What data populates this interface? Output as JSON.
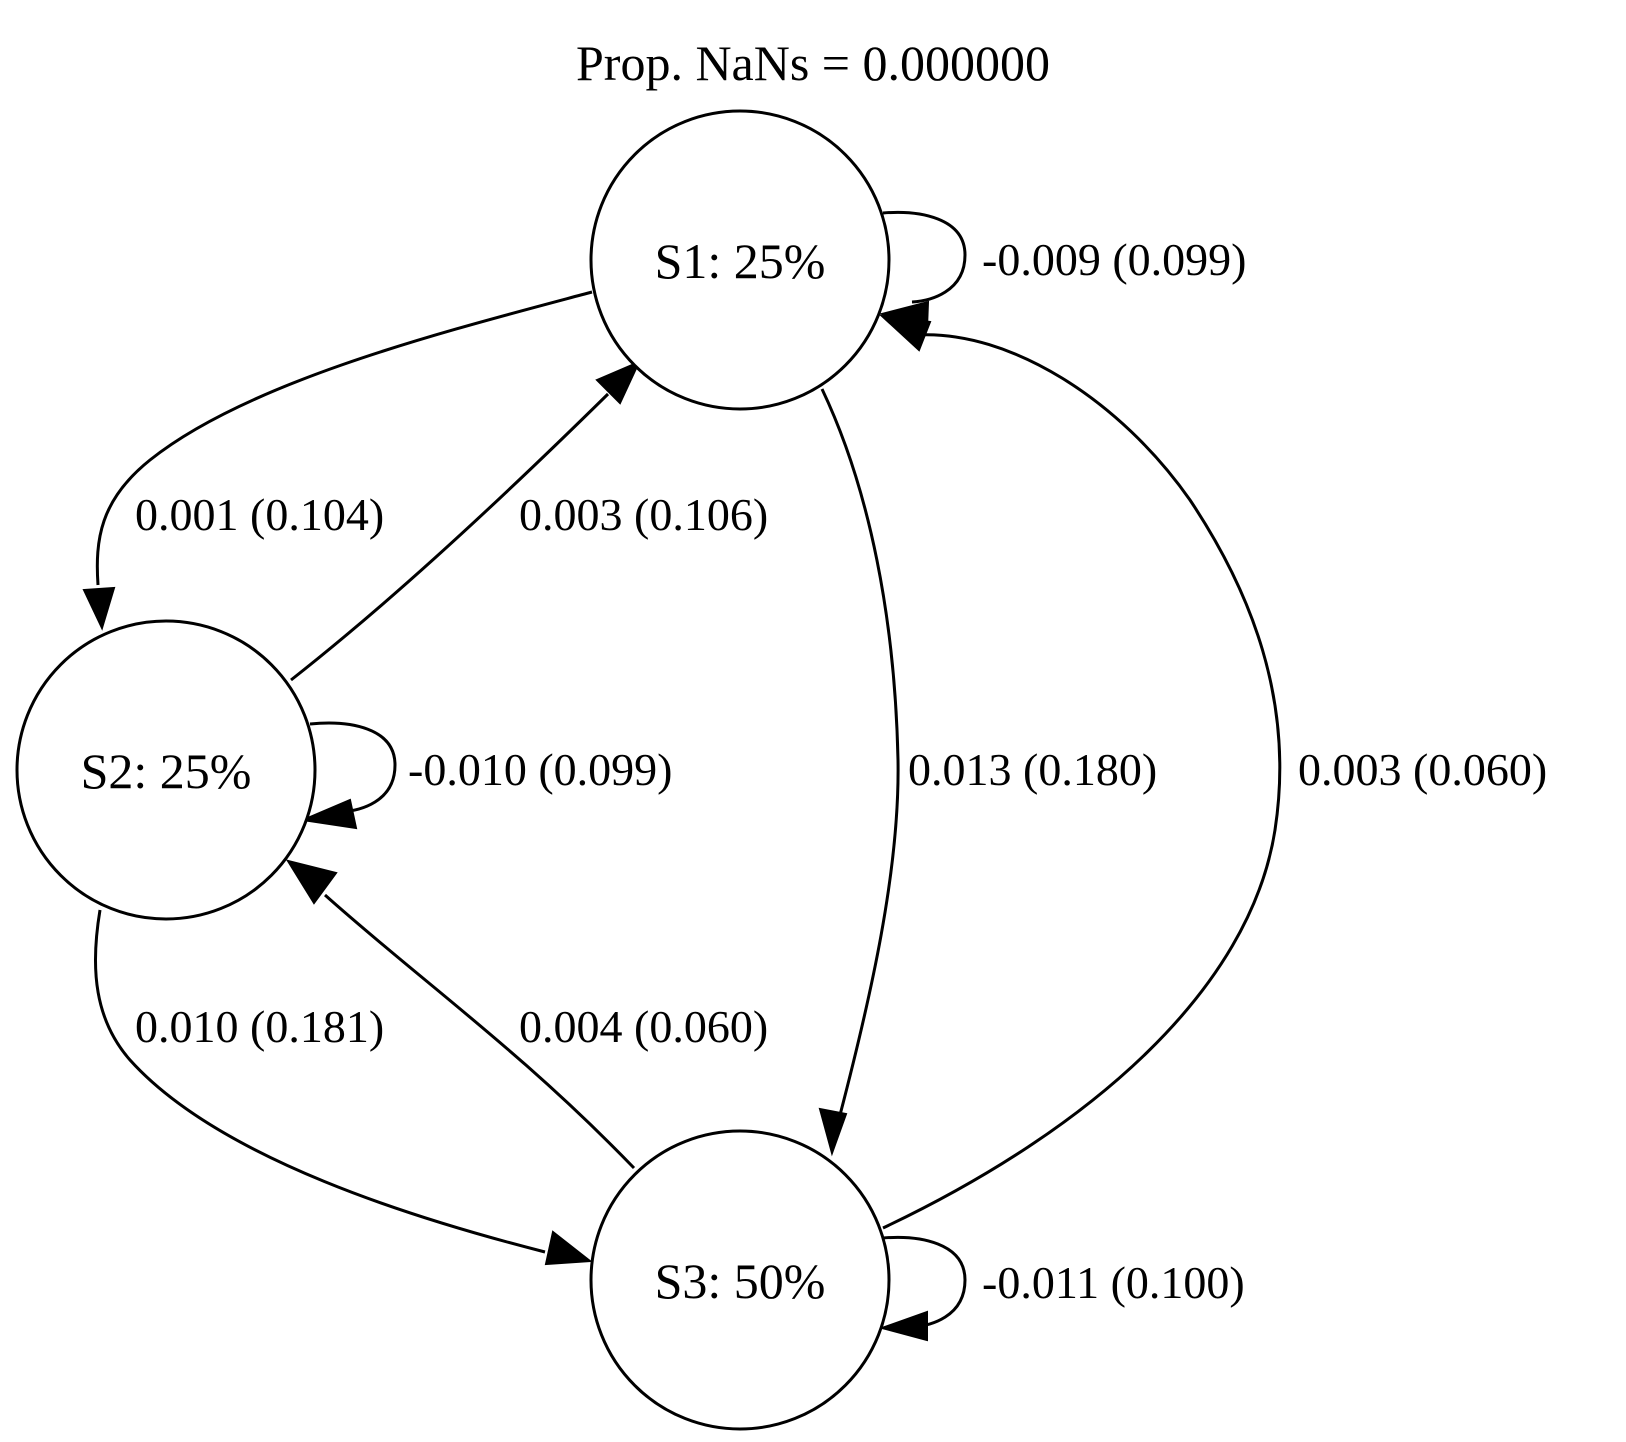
{
  "title": "Prop. NaNs = 0.000000",
  "nodes": [
    {
      "id": "S1",
      "label": "S1: 25%"
    },
    {
      "id": "S2",
      "label": "S2: 25%"
    },
    {
      "id": "S3",
      "label": "S3: 50%"
    }
  ],
  "edges": [
    {
      "from": "S1",
      "to": "S1",
      "label": "-0.009 (0.099)"
    },
    {
      "from": "S1",
      "to": "S2",
      "label": "0.001 (0.104)"
    },
    {
      "from": "S2",
      "to": "S1",
      "label": "0.003 (0.106)"
    },
    {
      "from": "S1",
      "to": "S3",
      "label": "0.013 (0.180)"
    },
    {
      "from": "S3",
      "to": "S1",
      "label": "0.003 (0.060)"
    },
    {
      "from": "S2",
      "to": "S2",
      "label": "-0.010 (0.099)"
    },
    {
      "from": "S2",
      "to": "S3",
      "label": "0.010 (0.181)"
    },
    {
      "from": "S3",
      "to": "S2",
      "label": "0.004 (0.060)"
    },
    {
      "from": "S3",
      "to": "S3",
      "label": "-0.011 (0.100)"
    }
  ]
}
